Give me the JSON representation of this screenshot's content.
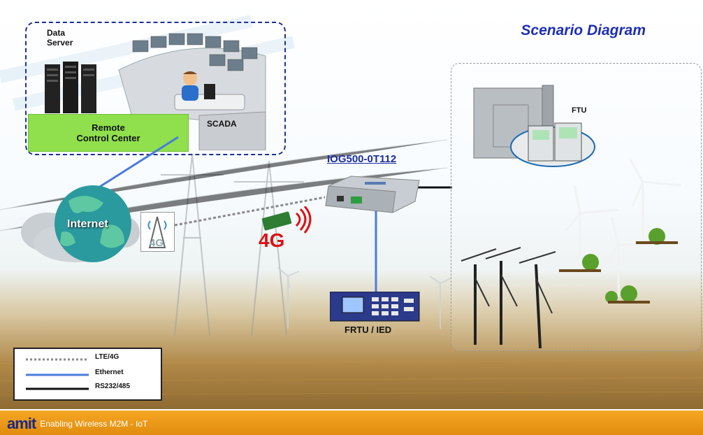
{
  "title": "Scenario Diagram",
  "control_center": {
    "data_server_label": "Data\nServer",
    "scada_label": "SCADA",
    "remote_center_line1": "Remote",
    "remote_center_line2": "Control Center"
  },
  "network": {
    "internet_label": "Internet",
    "lte_badge": "4G",
    "lte_text": "4G"
  },
  "device": {
    "model": "IOG500-0T112",
    "frtu_label": "FRTU / IED",
    "ftu_label": "FTU"
  },
  "legend": [
    {
      "label": "LTE/4G",
      "style": "dotted",
      "color": "#8a8a8a"
    },
    {
      "label": "Ethernet",
      "style": "solid",
      "color": "#4a7bdc"
    },
    {
      "label": "RS232/485",
      "style": "solid",
      "color": "#111111"
    }
  ],
  "footer": {
    "brand": "amit",
    "tagline": "Enabling Wireless M2M - IoT"
  },
  "colors": {
    "title": "#1f2fb3",
    "ethernet": "#4a7bdc",
    "rs232": "#111111",
    "lte": "#8a8a8a",
    "footer": "#f5a623",
    "green_bar": "#8fe04c"
  }
}
